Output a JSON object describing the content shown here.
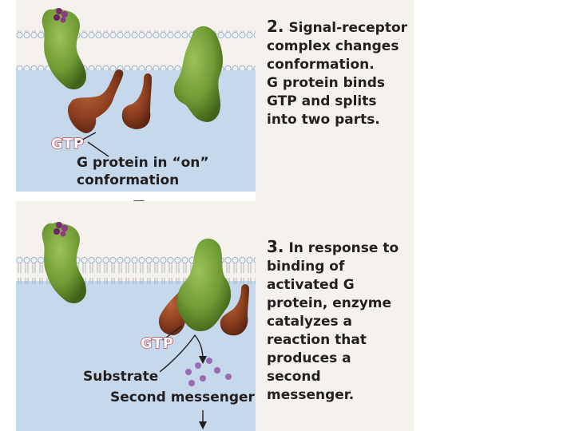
{
  "steps": [
    {
      "number": "2.",
      "text": "Signal-receptor\ncomplex changes\nconformation.\nG protein binds\nGTP and splits\ninto two parts."
    },
    {
      "number": "3.",
      "text": "In response to\nbinding of\nactivated G\nprotein, enzyme\ncatalyzes a\nreaction that\nproduces a\nsecond\nmessenger."
    }
  ],
  "labels": {
    "gtp_top": "GTP",
    "g_protein": "G protein in “on”\nconformation",
    "gtp_bottom": "GTP",
    "substrate": "Substrate",
    "second_messenger": "Second messenger"
  },
  "colors": {
    "panel_bg": "#f5f1ec",
    "cytoplasm": "#c6d9ec",
    "membrane_head": "#b3c3d8",
    "receptor_green": "#6f9a34",
    "g_protein_brown": "#8c3f1f",
    "ligand_purple": "#7a2a72",
    "messenger_purple": "#9b6bb0",
    "gtp_red": "#c1272d"
  }
}
